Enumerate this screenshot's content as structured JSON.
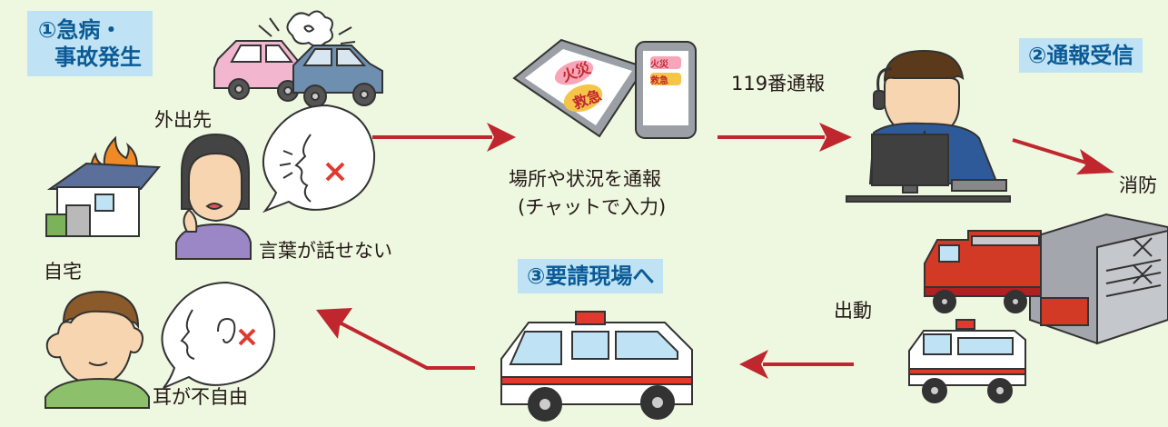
{
  "steps": {
    "step1_line1": "①急病・",
    "step1_line2": "事故発生",
    "step2": "②通報受信",
    "step3": "③要請現場へ"
  },
  "labels": {
    "outing": "外出先",
    "home": "自宅",
    "cannot_speak": "言葉が話せない",
    "hearing_impaired": "耳が不自由",
    "report_line1": "場所や状況を通報",
    "report_line2": "(チャットで入力)",
    "call_119": "119番通報",
    "fire_station": "消防",
    "dispatch": "出動"
  },
  "tablet_screen": {
    "fire": "火災",
    "emergency": "救急"
  },
  "phone_screen": {
    "fire": "火災",
    "emergency": "救急"
  },
  "colors": {
    "background": "#eef7e0",
    "arrow": "#c0262d",
    "step_box": "#bfe3f4",
    "step_text": "#0a5a96"
  }
}
